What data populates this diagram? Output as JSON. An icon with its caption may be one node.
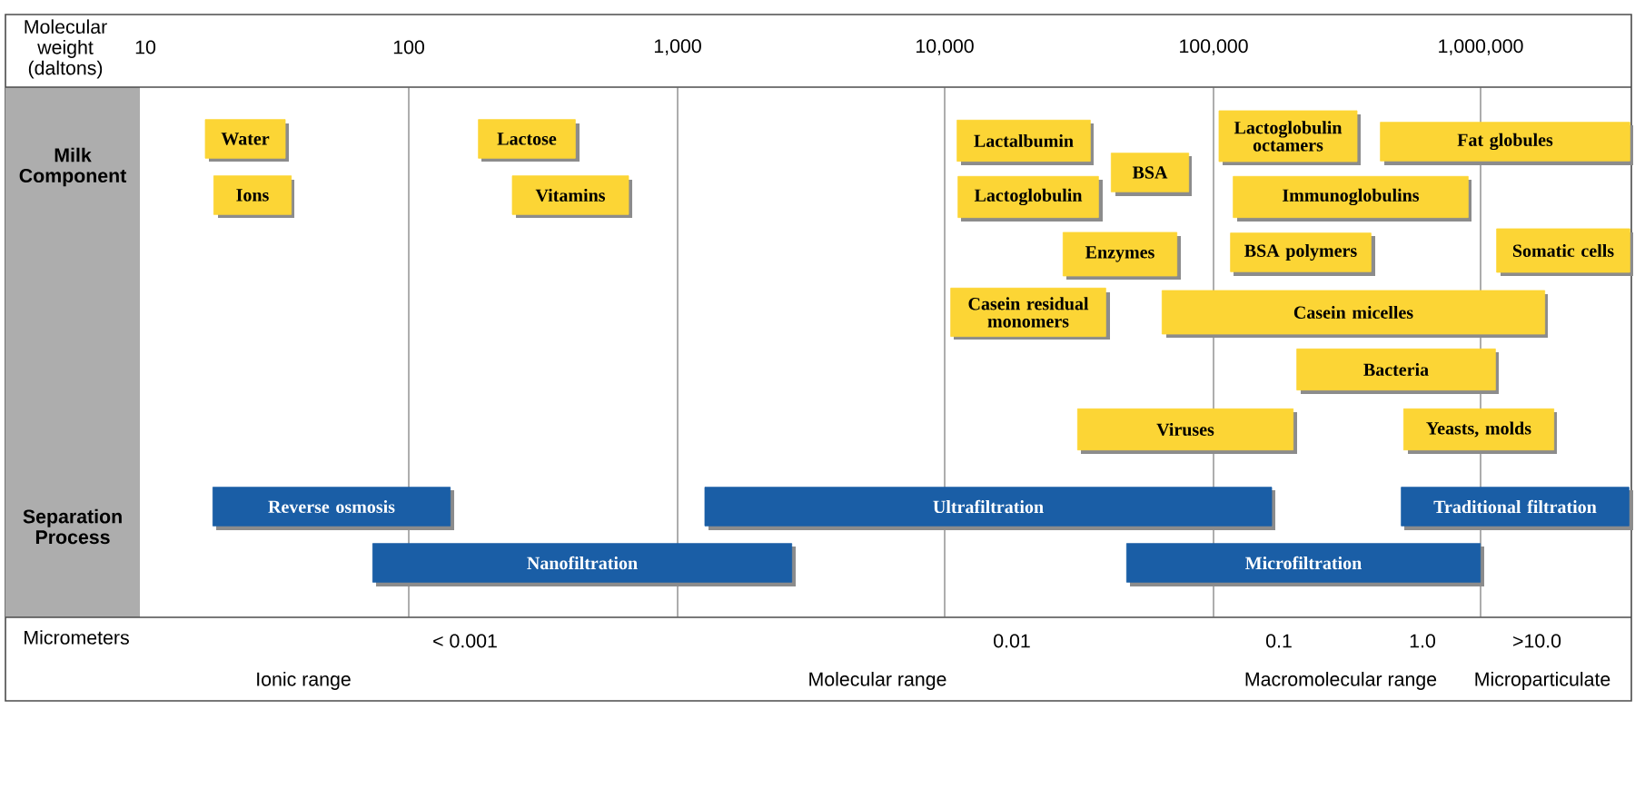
{
  "diagram": {
    "nodes": [
      {
        "text": [
          "Water"
        ]
      },
      {
        "text": [
          "Lactose"
        ]
      },
      {
        "text": [
          "Ions"
        ]
      },
      {
        "text": [
          "Vitamins"
        ]
      },
      {
        "text": [
          "Lactalbumin"
        ]
      },
      {
        "text": [
          "Lactoglobulin"
        ]
      },
      {
        "text": [
          "BSA"
        ]
      },
      {
        "text": [
          "Enzymes"
        ]
      },
      {
        "text": [
          "Casein residual monomers"
        ]
      },
      {
        "text": [
          "Lactoglobulin octamers"
        ]
      },
      {
        "text": [
          "Fat globules"
        ]
      },
      {
        "text": [
          "Immunoglobulins"
        ]
      },
      {
        "text": [
          "BSA polymers"
        ]
      },
      {
        "text": [
          "Somatic cells"
        ]
      },
      {
        "text": [
          "Casein micelles"
        ]
      },
      {
        "text": [
          "Bacteria"
        ]
      },
      {
        "text": [
          "Viruses"
        ]
      },
      {
        "text": [
          "Yeasts, molds"
        ]
      },
      {
        "text": [
          "Reverse osmosis"
        ]
      },
      {
        "text": [
          "Ultrafiltration"
        ]
      },
      {
        "text": [
          "Traditional filtration"
        ]
      },
      {
        "text": [
          "Nanofiltration"
        ]
      },
      {
        "text": [
          "Microfiltration"
        ]
      }
    ],
    "labels": [
      "Molecular weight (daltons)",
      "10",
      "100",
      "1,000",
      "10,000",
      "100,000",
      "1,000,000",
      "Milk Component",
      "Separation Process",
      "Micrometers",
      "< 0.001",
      "0.01",
      "0.1",
      "1.0",
      ">10.0",
      "Ionic range",
      "Molecular range",
      "Macromolecular range",
      "Microparticulate"
    ]
  }
}
